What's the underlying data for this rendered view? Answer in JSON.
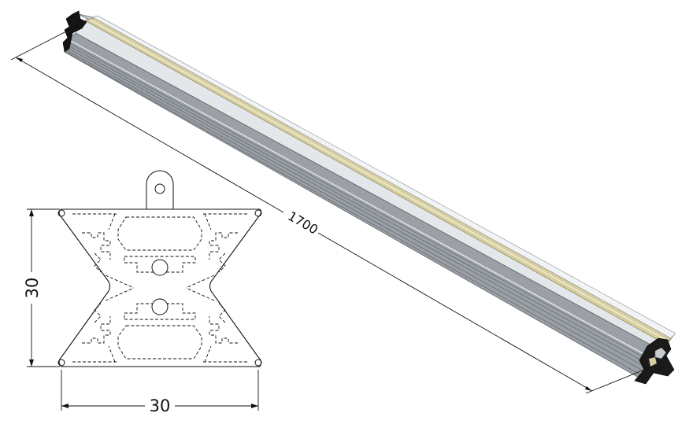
{
  "dimensions": {
    "length": "1700",
    "height": "30",
    "width": "30"
  },
  "colors": {
    "aluminum_light": "#d9dde1",
    "aluminum_mid": "#b9bec4",
    "aluminum_dark": "#7d838a",
    "insert": "#d2c99a",
    "endcap": "#1a1a1a",
    "line": "#111111"
  }
}
